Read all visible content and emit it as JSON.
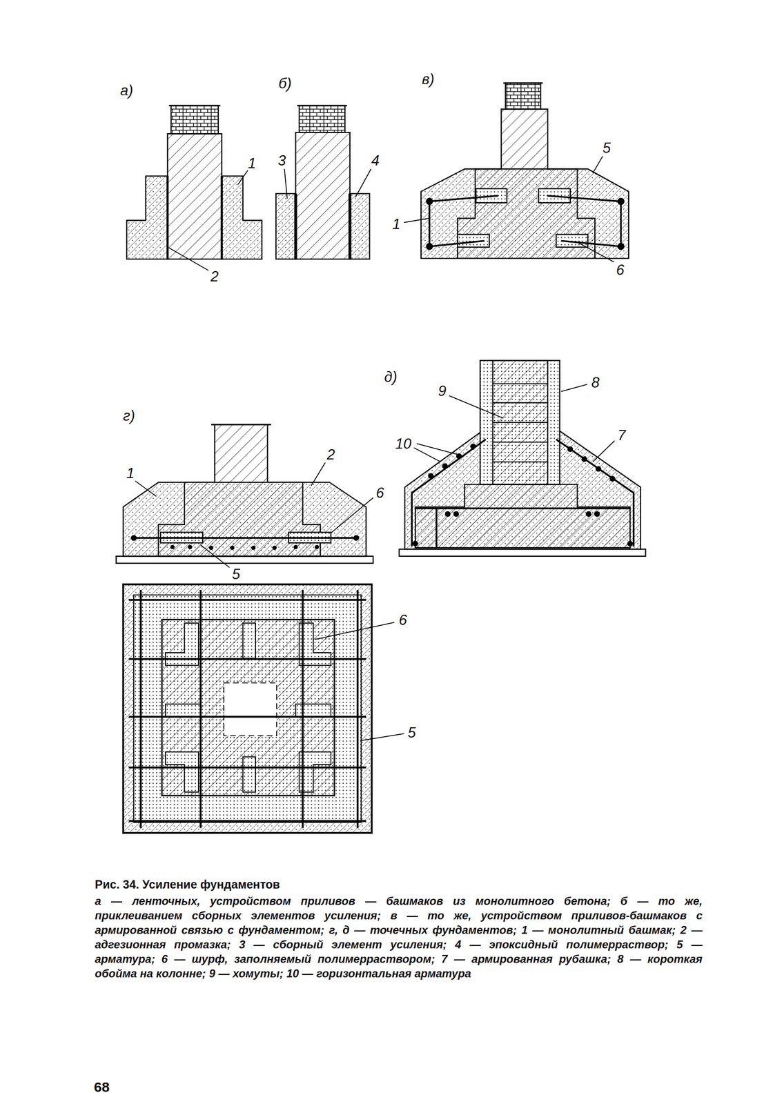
{
  "diagram": {
    "title": "Рис. 34. Усиление фундаментов",
    "caption": "а — ленточных, устройством приливов — башмаков из монолитного бетона; б — то же, приклеиванием сборных элементов усиления; в — то же, устройством приливов-башмаков с армированной связью с фундаментом; г, д — точечных фундаментов; 1 — монолитный башмак; 2 — адгезионная промазка; 3 — сборный элемент усиления; 4 — эпоксидный полимерраствор; 5 — арматура; 6 — шурф, заполняемый полимерраствором; 7 — армированная рубашка; 8 — короткая обойма на колонне; 9 — хомуты; 10 — горизонтальная арматура",
    "labels": [
      "а)",
      "б)",
      "в)",
      "1",
      "3",
      "4",
      "5",
      "1",
      "2",
      "6",
      "д)",
      "9",
      "8",
      "г)",
      "10",
      "1",
      "2",
      "7",
      "6",
      "5",
      "6",
      "5",
      "68"
    ]
  }
}
